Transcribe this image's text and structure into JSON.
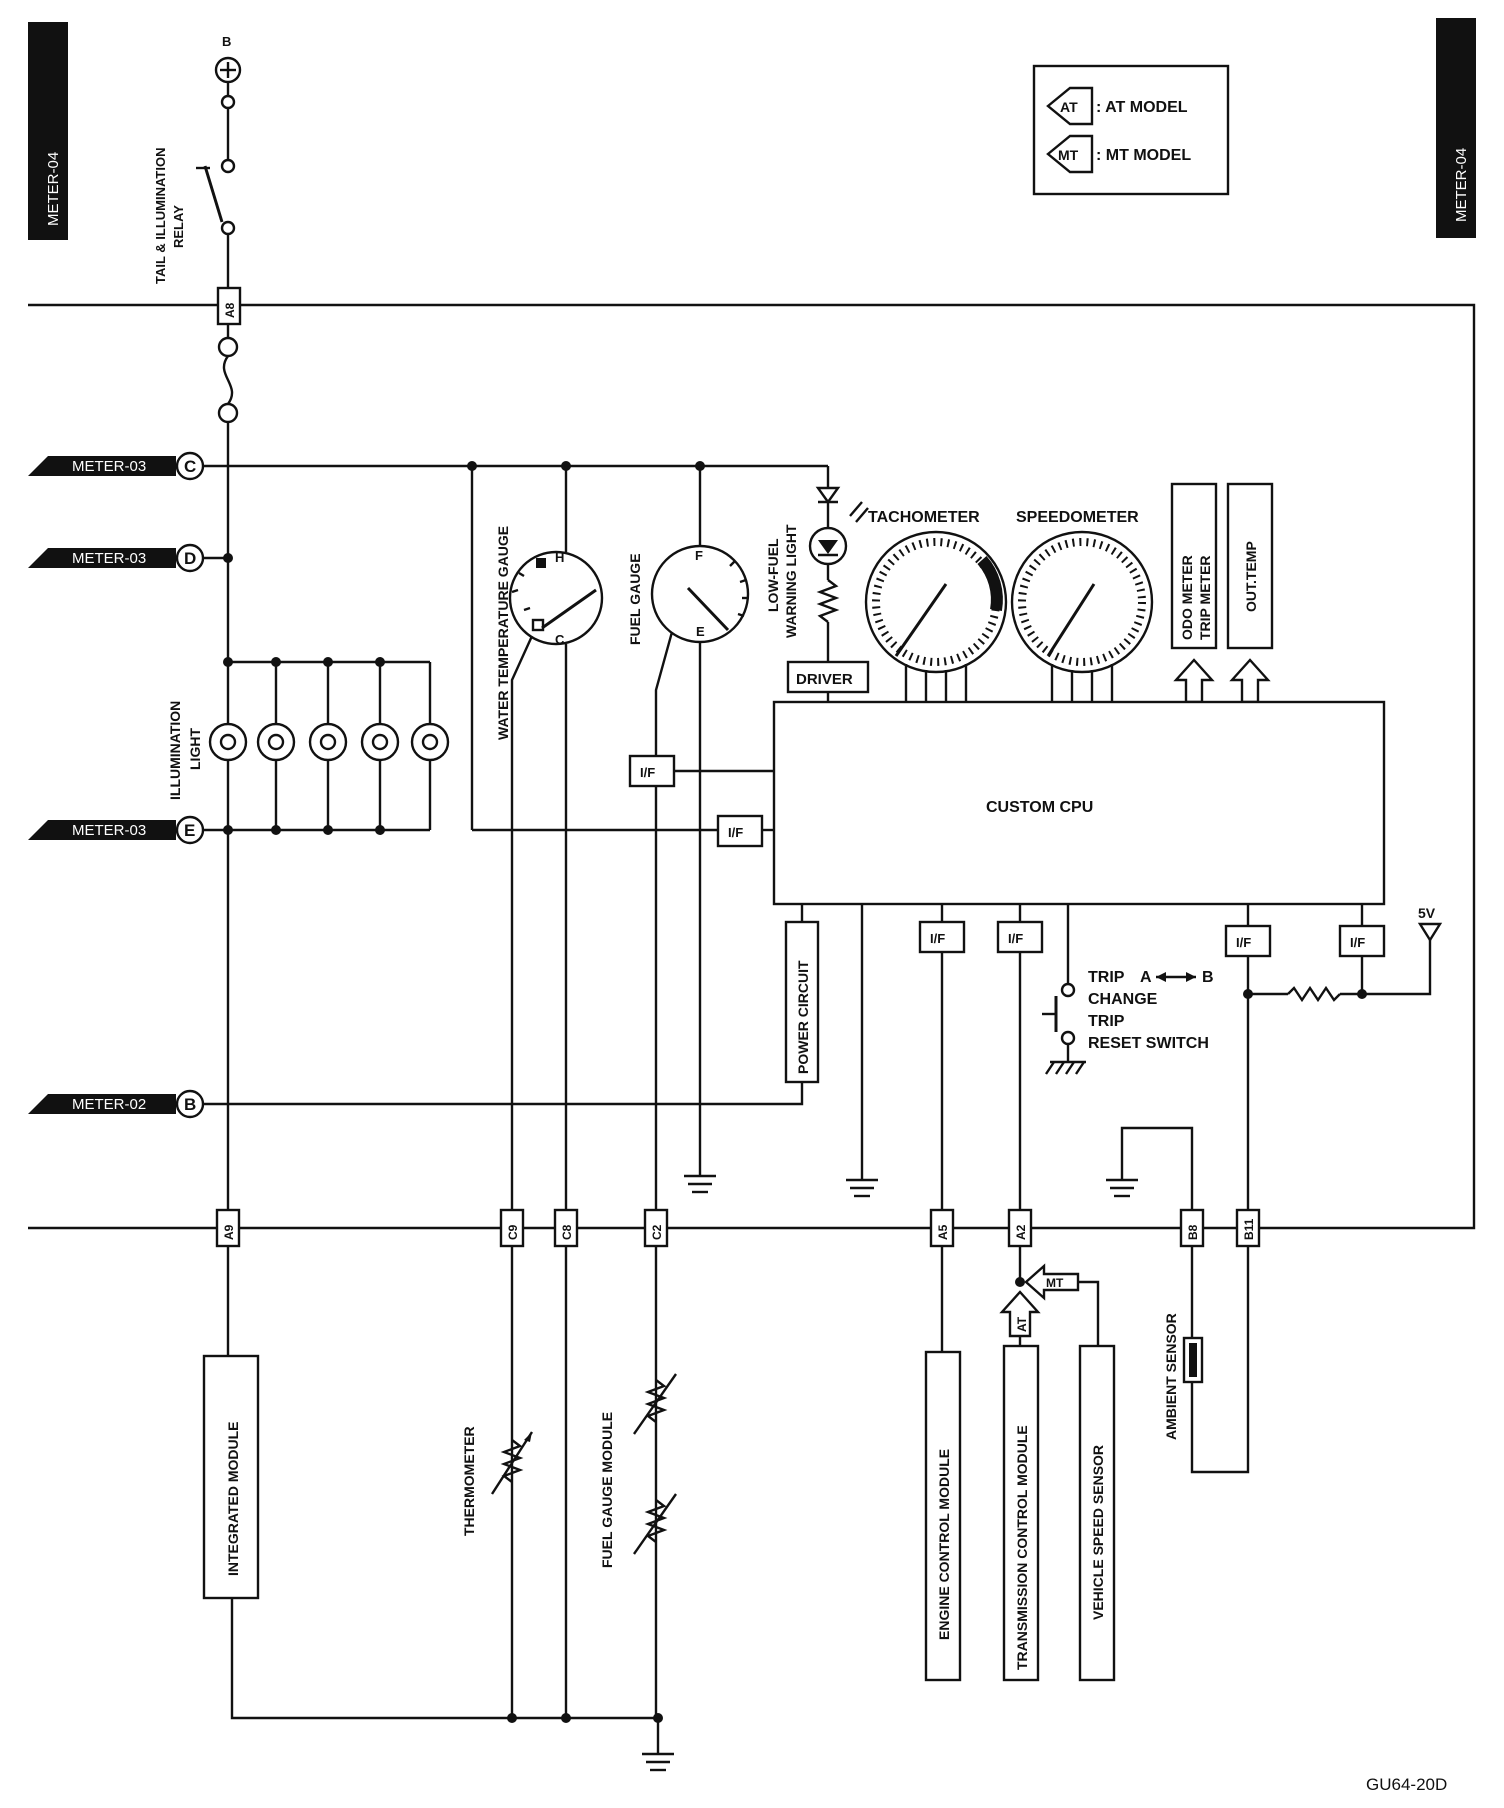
{
  "page_labels": {
    "left": "METER-04",
    "right": "METER-04",
    "figure_code": "GU64-20D"
  },
  "legend": {
    "at_tag": "AT",
    "at_text": ": AT MODEL",
    "mt_tag": "MT",
    "mt_text": ": MT MODEL"
  },
  "power": {
    "battery": "B",
    "plus": "+",
    "relay": [
      "TAIL & ILLUMINATION",
      "RELAY"
    ]
  },
  "connectors_top": {
    "a8": "A8"
  },
  "connectors_bottom": {
    "a9": "A9",
    "c9": "C9",
    "c8": "C8",
    "c2": "C2",
    "a5": "A5",
    "a2": "A2",
    "b8": "B8",
    "b11": "B11"
  },
  "refs": [
    {
      "sheet": "METER-03",
      "pin": "C"
    },
    {
      "sheet": "METER-03",
      "pin": "D"
    },
    {
      "sheet": "METER-03",
      "pin": "E"
    },
    {
      "sheet": "METER-02",
      "pin": "B"
    }
  ],
  "components": {
    "illumination": [
      "ILLUMINATION",
      "LIGHT"
    ],
    "water_temp_gauge": "WATER TEMPERATURE GAUGE",
    "fuel_gauge": "FUEL GAUGE",
    "low_fuel": [
      "LOW-FUEL",
      "WARNING LIGHT"
    ],
    "tachometer": "TACHOMETER",
    "speedometer": "SPEEDOMETER",
    "odo": [
      "ODO METER",
      "TRIP METER"
    ],
    "out_temp": "OUT.TEMP",
    "driver": "DRIVER",
    "custom_cpu": "CUSTOM CPU",
    "power_circuit": "POWER CIRCUIT",
    "five_v": "5V",
    "trip_switch": {
      "line1": "TRIP",
      "a": "A",
      "b": "B",
      "line2": "CHANGE",
      "line3": "TRIP",
      "line4": "RESET SWITCH"
    },
    "integrated_module": "INTEGRATED MODULE",
    "thermometer": "THERMOMETER",
    "fuel_gauge_module": "FUEL GAUGE MODULE",
    "engine_control_module": "ENGINE CONTROL MODULE",
    "transmission_control_module": "TRANSMISSION CONTROL MODULE",
    "vehicle_speed_sensor": "VEHICLE SPEED SENSOR",
    "ambient_sensor": "AMBIENT SENSOR",
    "gauge_marks": {
      "h": "H",
      "c": "C",
      "f": "F",
      "e": "E"
    },
    "interface": "I/F",
    "at_tag": "AT",
    "mt_tag": "MT"
  }
}
